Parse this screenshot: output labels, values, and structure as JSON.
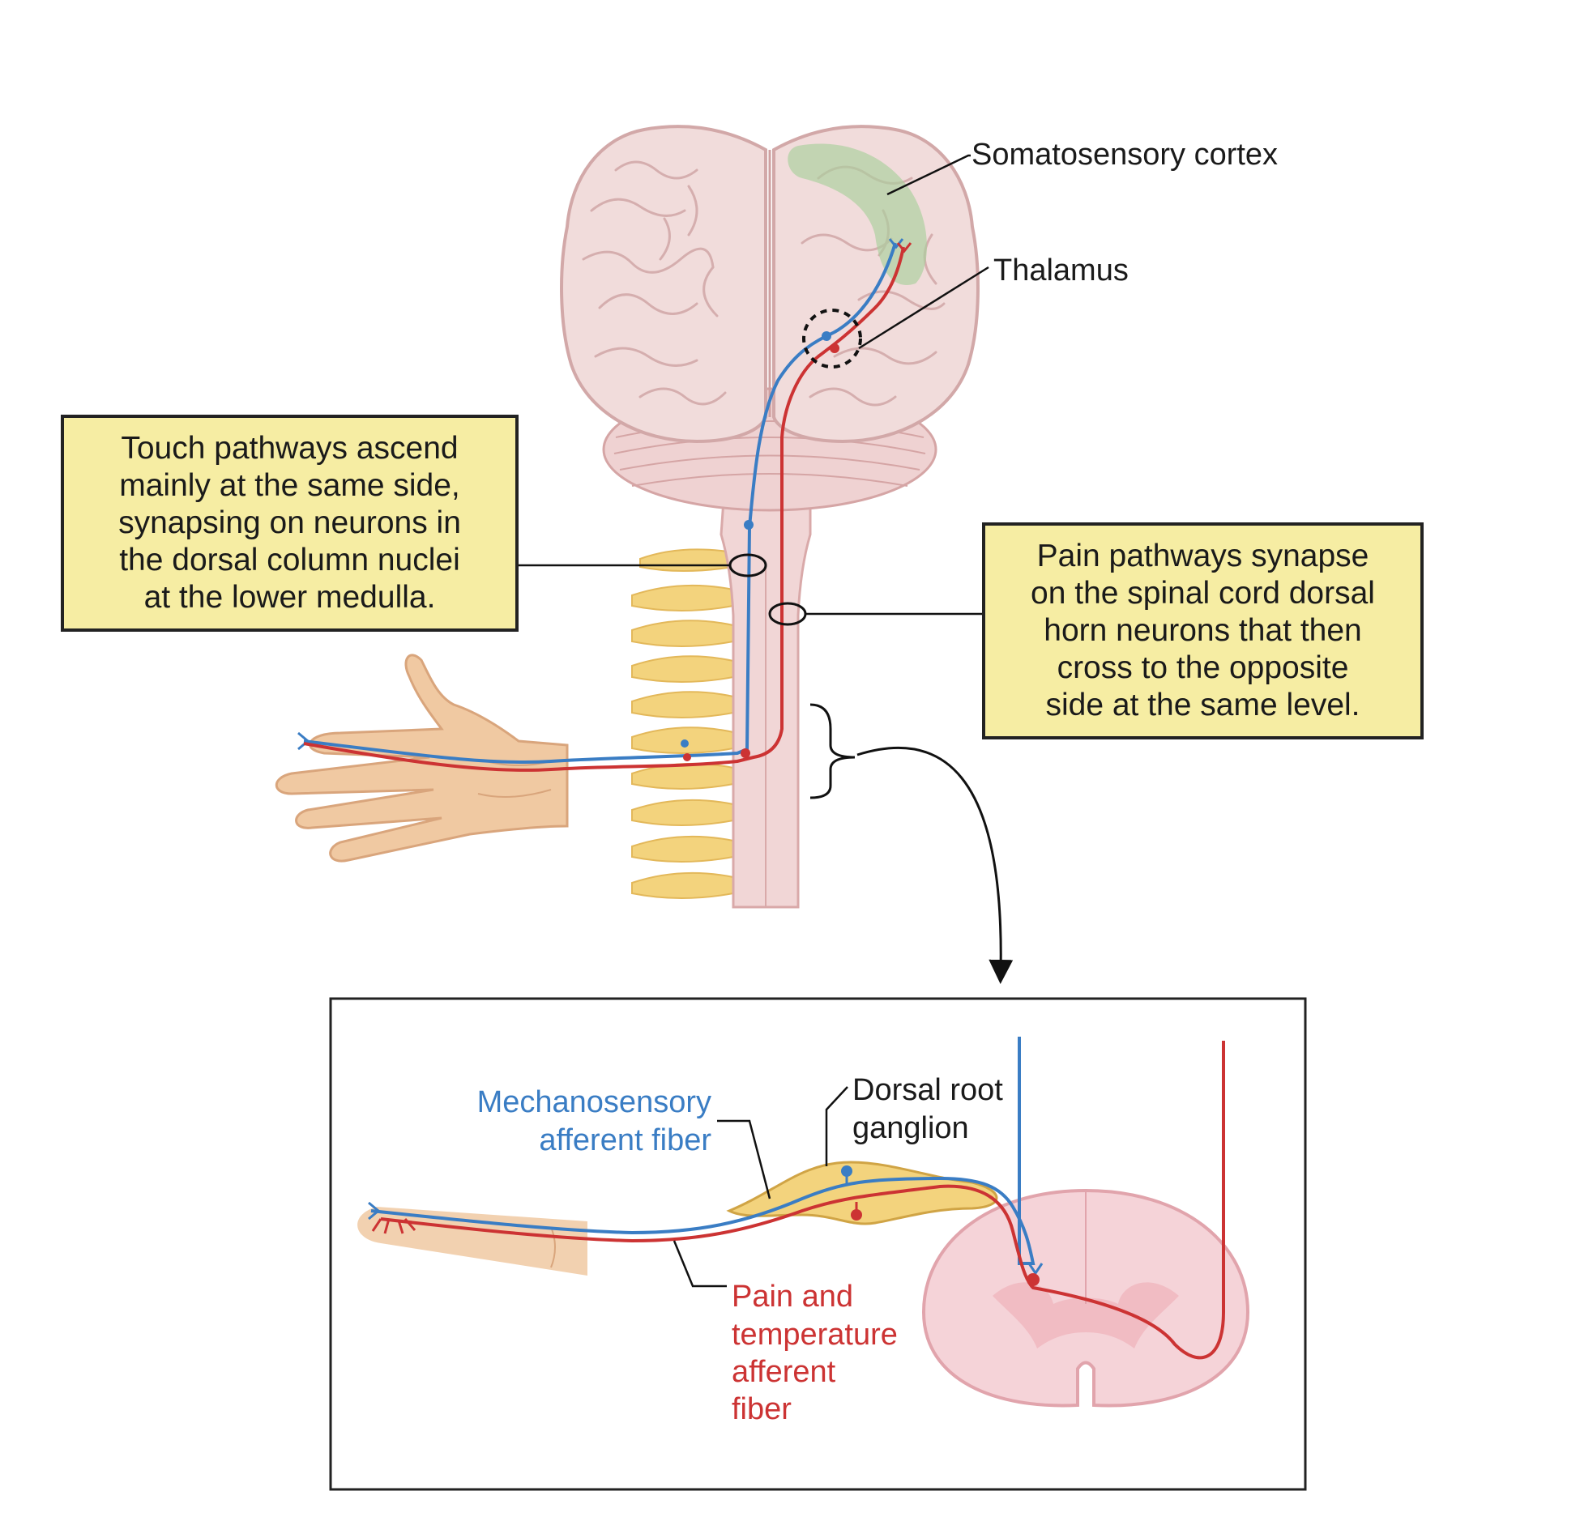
{
  "colors": {
    "touch_pathway": "#3a7dc4",
    "pain_pathway": "#cc3333",
    "callout_fill": "#f6eda3",
    "cortex_highlight": "#a9cf9c",
    "brain_tissue": "#f1dcdb",
    "ganglion": "#f3d37d",
    "skin": "#f0c9a2",
    "spinal_section": "#f5d3d8"
  },
  "labels": {
    "somatosensory_cortex": "Somatosensory cortex",
    "thalamus": "Thalamus",
    "dorsal_root_line1": "Dorsal root",
    "dorsal_root_line2": "ganglion",
    "mechano_line1": "Mechanosensory",
    "mechano_line2": "afferent fiber",
    "pain_line1": "Pain and",
    "pain_line2": "temperature",
    "pain_line3": "afferent",
    "pain_line4": "fiber"
  },
  "callouts": {
    "touch": {
      "lines": [
        "Touch pathways ascend",
        "mainly at the same side,",
        "synapsing on neurons in",
        "the dorsal column nuclei",
        "at the lower medulla."
      ]
    },
    "pain": {
      "lines": [
        "Pain pathways synapse",
        "on the spinal cord dorsal",
        "horn neurons that then",
        "cross to the opposite",
        "side at the same level."
      ]
    }
  },
  "icons": {
    "brain": "brain-illustration",
    "hand": "hand-illustration",
    "spinal_cord": "spinal-cord-illustration",
    "cross_section": "spinal-cord-cross-section"
  }
}
